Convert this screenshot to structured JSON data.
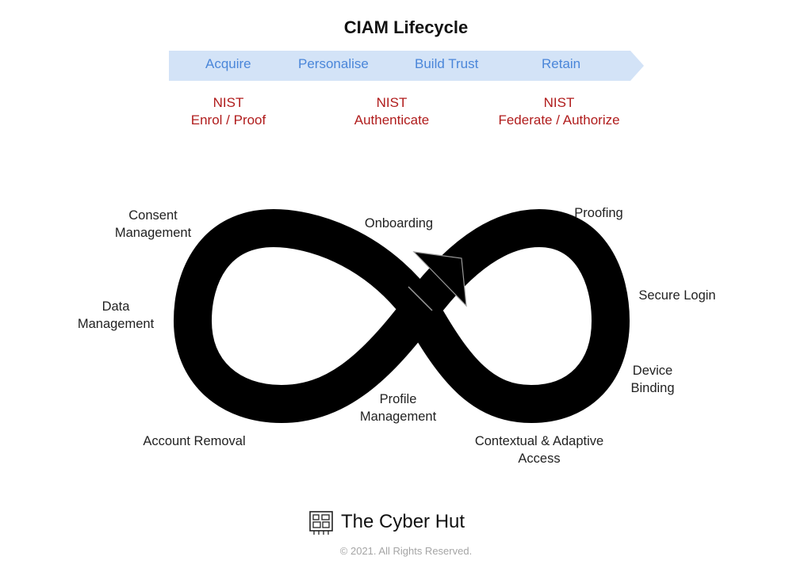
{
  "title": "CIAM Lifecycle",
  "colors": {
    "banner": "#d3e3f7",
    "stage_text": "#4a86d9",
    "nist_text": "#b01c1c",
    "loop": "#000000"
  },
  "stages": [
    "Acquire",
    "Personalise",
    "Build Trust",
    "Retain"
  ],
  "nist": [
    {
      "line1": "NIST",
      "line2": "Enrol / Proof"
    },
    {
      "line1": "NIST",
      "line2": "Authenticate"
    },
    {
      "line1": "NIST",
      "line2": "Federate / Authorize"
    }
  ],
  "labels": {
    "consent": [
      "Consent",
      "Management"
    ],
    "data": [
      "Data",
      "Management"
    ],
    "account_removal": "Account Removal",
    "onboarding": "Onboarding",
    "profile": [
      "Profile",
      "Management"
    ],
    "proofing": "Proofing",
    "secure_login": "Secure Login",
    "device": [
      "Device",
      "Binding"
    ],
    "contextual": [
      "Contextual & Adaptive",
      "Access"
    ]
  },
  "brand": {
    "name": "The Cyber Hut",
    "icon": "circuit-board-icon"
  },
  "copyright": "© 2021. All Rights Reserved."
}
